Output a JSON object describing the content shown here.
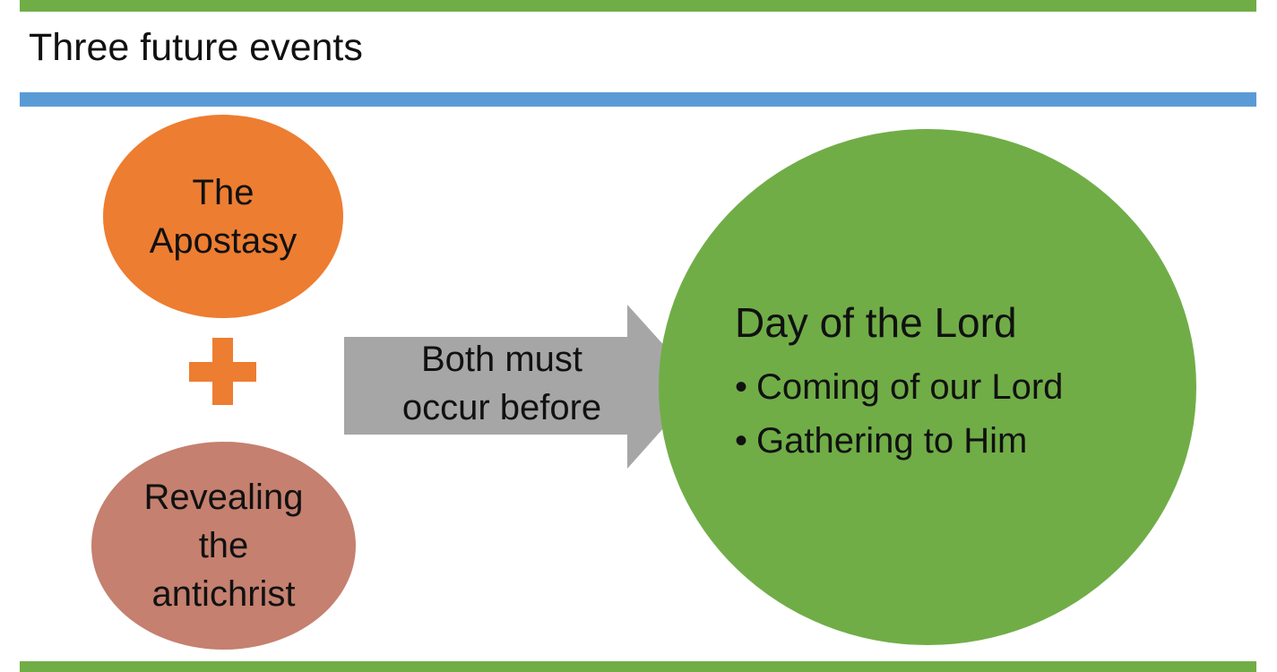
{
  "slide": {
    "title": "Three future events"
  },
  "events": {
    "first": "The\nApostasy",
    "second": "Revealing\nthe\nantichrist"
  },
  "arrow": {
    "label": "Both must\noccur before"
  },
  "day_of_lord": {
    "heading": "Day of the Lord",
    "bullets": [
      "Coming of our Lord",
      "Gathering to Him"
    ],
    "bullet_glyph": "•"
  },
  "colors": {
    "green": "#70ad47",
    "blue": "#5b9bd5",
    "orange": "#ed7d31",
    "rose": "#c5806f",
    "gray": "#a6a6a6"
  }
}
